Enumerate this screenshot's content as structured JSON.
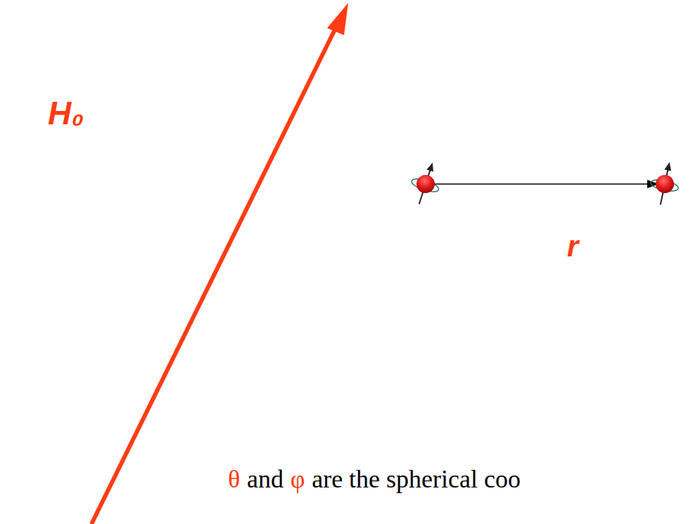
{
  "diagram": {
    "labels": [
      "H₀",
      "r",
      "θ",
      "and",
      "φ",
      "are the spherical coo"
    ]
  }
}
